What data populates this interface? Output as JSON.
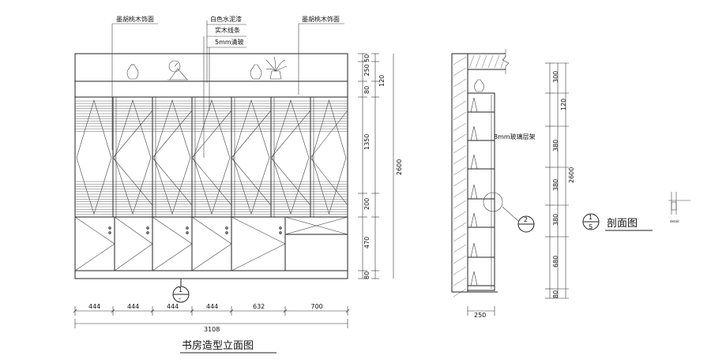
{
  "elevation": {
    "title": "书房造型立面图",
    "callouts": {
      "left": "墨胡桃木饰面",
      "center_1": "白色水泥漆",
      "center_2": "实木线条",
      "center_3": "5mm清玻",
      "right": "墨胡桃木饰面"
    },
    "bottom_dims": [
      "444",
      "444",
      "444",
      "444",
      "632",
      "700"
    ],
    "total_width": "3108",
    "right_dims_inner": [
      "50",
      "250",
      "80",
      "1350",
      "200",
      "470",
      "80"
    ],
    "right_dim_120": "120",
    "right_dim_total": "2600",
    "section_marker": {
      "top": "1",
      "bottom": "-"
    }
  },
  "section": {
    "title": "剖面图",
    "marker": {
      "top": "1",
      "bottom": "S"
    },
    "detail_marker": "2",
    "glass_label": "8mm玻璃层架",
    "right_dims_inner": [
      "300",
      "380",
      "380",
      "380",
      "680",
      "80"
    ],
    "right_dim_120": "120",
    "right_dim_total": "2600",
    "bottom_dim": "250",
    "tiny_label": "detail"
  }
}
